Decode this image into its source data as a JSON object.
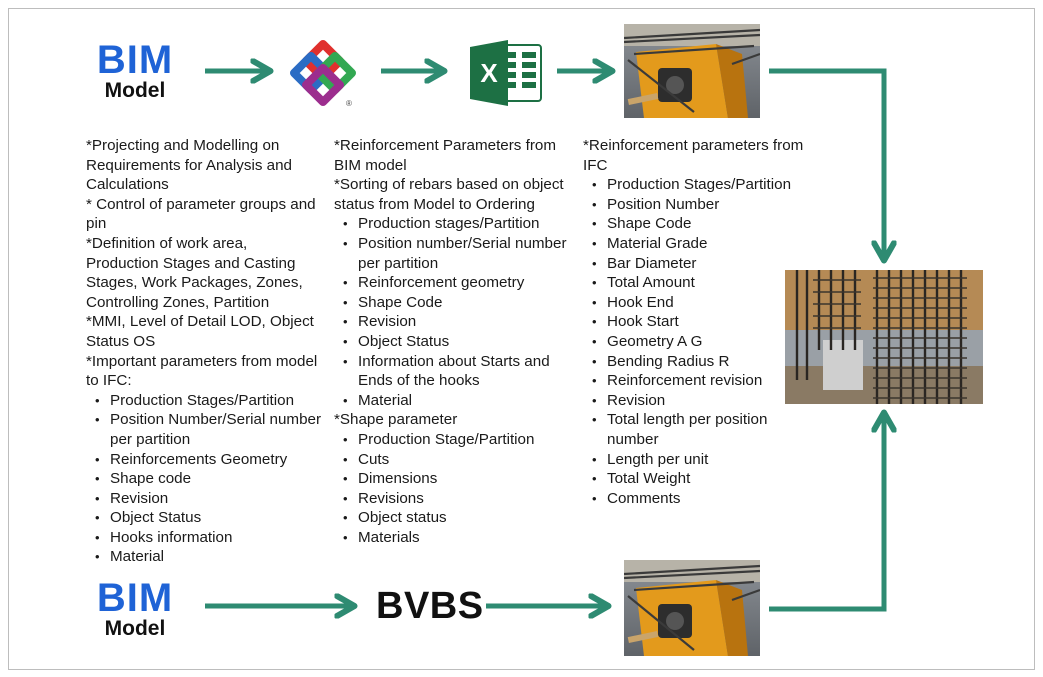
{
  "top_left_logo": {
    "bim": "BIM",
    "model": "Model"
  },
  "bottom_left_logo": {
    "bim": "BIM",
    "model": "Model"
  },
  "ifc_logo": {
    "icon": "ifc-logo-icon",
    "mark": "®"
  },
  "excel_logo": {
    "icon": "excel-icon",
    "letter": "X"
  },
  "bvbs_label": "BVBS",
  "photos": {
    "machine_top": "rebar-bending-machine-photo",
    "machine_bottom": "rebar-bending-machine-photo",
    "cages": "rebar-cages-photo"
  },
  "colors": {
    "arrow": "#2e8b72",
    "bim_blue": "#1f63d6",
    "excel_green": "#1d7044"
  },
  "column1": {
    "paragraphs": [
      "*Projecting and Modelling on Requirements for Analysis and Calculations",
      "* Control of parameter groups and pin",
      "*Definition of work area, Production Stages and Casting Stages, Work Packages, Zones, Controlling Zones, Partition",
      "*MMI, Level of Detail LOD, Object Status OS",
      "*Important parameters from model to IFC:"
    ],
    "items": [
      "Production Stages/Partition",
      "Position Number/Serial number per partition",
      "Reinforcements Geometry",
      "Shape code",
      "Revision",
      "Object Status",
      "Hooks information",
      "Material"
    ]
  },
  "column2": {
    "intro1": "*Reinforcement Parameters from BIM model",
    "intro2": "*Sorting of rebars based on object status from Model to Ordering",
    "items1": [
      "Production stages/Partition",
      "Position number/Serial number per partition",
      "Reinforcement geometry",
      "Shape Code",
      "Revision",
      "Object Status",
      "Information about Starts and Ends of the hooks",
      "Material"
    ],
    "heading2": "*Shape parameter",
    "items2": [
      "Production Stage/Partition",
      "Cuts",
      "Dimensions",
      "Revisions",
      "Object status",
      "Materials"
    ]
  },
  "column3": {
    "heading": "*Reinforcement parameters from IFC",
    "items": [
      "Production Stages/Partition",
      "Position Number",
      "Shape Code",
      "Material Grade",
      "Bar Diameter",
      "Total Amount",
      "Hook End",
      "Hook Start",
      "Geometry A G",
      "Bending Radius R",
      "Reinforcement revision",
      "Revision",
      "Total length per position number",
      "Length per unit",
      "Total Weight",
      "Comments"
    ]
  }
}
